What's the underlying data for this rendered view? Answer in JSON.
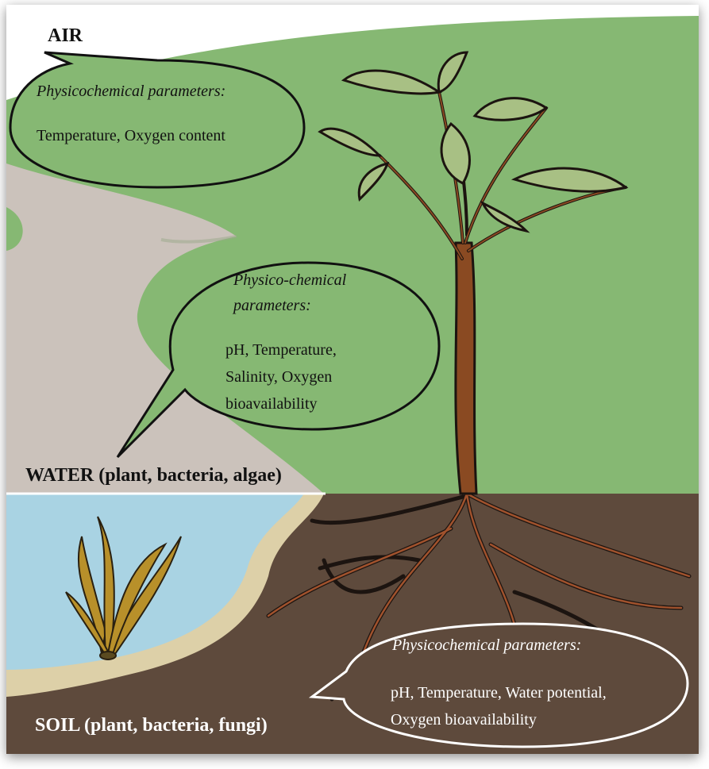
{
  "air": {
    "label": "AIR",
    "params_title": "Physicochemical parameters:",
    "params_text": "Temperature, Oxygen content"
  },
  "water": {
    "params_title_line1": "Physico-chemical",
    "params_title_line2": "parameters:",
    "params_line1": "pH, Temperature,",
    "params_line2": "Salinity, Oxygen",
    "params_line3": "bioavailability",
    "label": "WATER (plant, bacteria, algae)"
  },
  "soil": {
    "params_title": "Physicochemical parameters:",
    "params_line1": "pH, Temperature, Water potential,",
    "params_line2": "Oxygen bioavailability",
    "label": "SOIL (plant, bacteria, fungi)"
  },
  "colors": {
    "air_green": "#86b873",
    "soil_brown": "#5e4a3c",
    "water_blue": "#a9d3e3",
    "shore_sand": "#ddd0a8",
    "stream_gray": "#cbc2bb",
    "plant_stem": "#8a4a22",
    "leaf": "#a8c084"
  },
  "icons": [
    "plant-illustration",
    "algae-illustration",
    "speech-bubble"
  ]
}
